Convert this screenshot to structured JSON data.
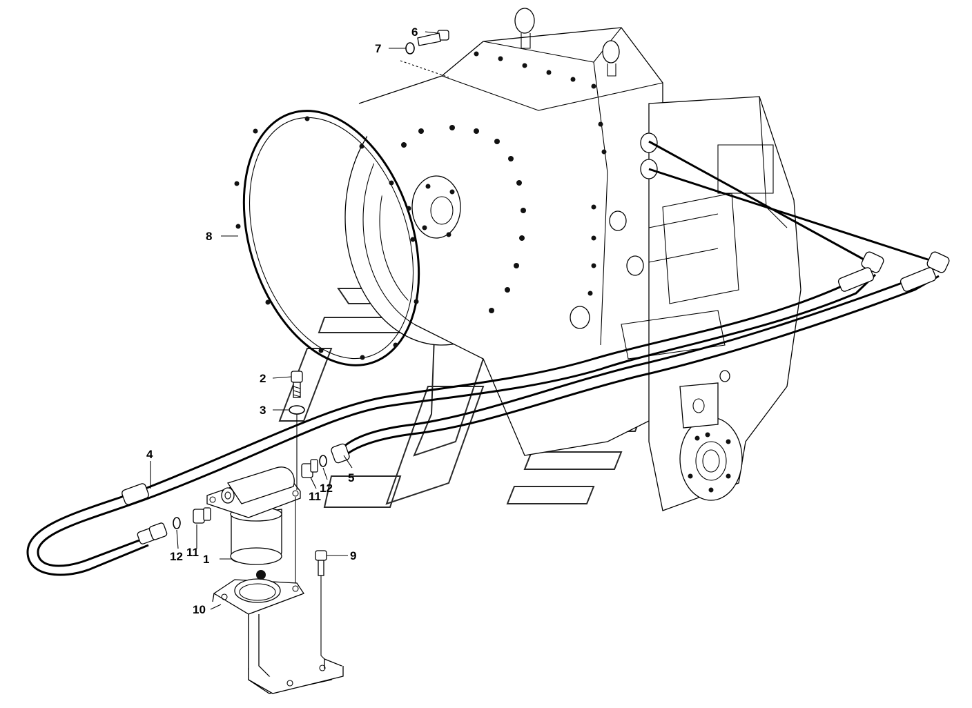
{
  "diagram": {
    "callouts": [
      {
        "id": "1",
        "label": "1"
      },
      {
        "id": "2",
        "label": "2"
      },
      {
        "id": "3",
        "label": "3"
      },
      {
        "id": "4",
        "label": "4"
      },
      {
        "id": "5",
        "label": "5"
      },
      {
        "id": "6",
        "label": "6"
      },
      {
        "id": "7",
        "label": "7"
      },
      {
        "id": "8",
        "label": "8"
      },
      {
        "id": "9",
        "label": "9"
      },
      {
        "id": "10",
        "label": "10"
      },
      {
        "id": "11a",
        "label": "11"
      },
      {
        "id": "11b",
        "label": "11"
      },
      {
        "id": "12a",
        "label": "12"
      },
      {
        "id": "12b",
        "label": "12"
      }
    ]
  }
}
